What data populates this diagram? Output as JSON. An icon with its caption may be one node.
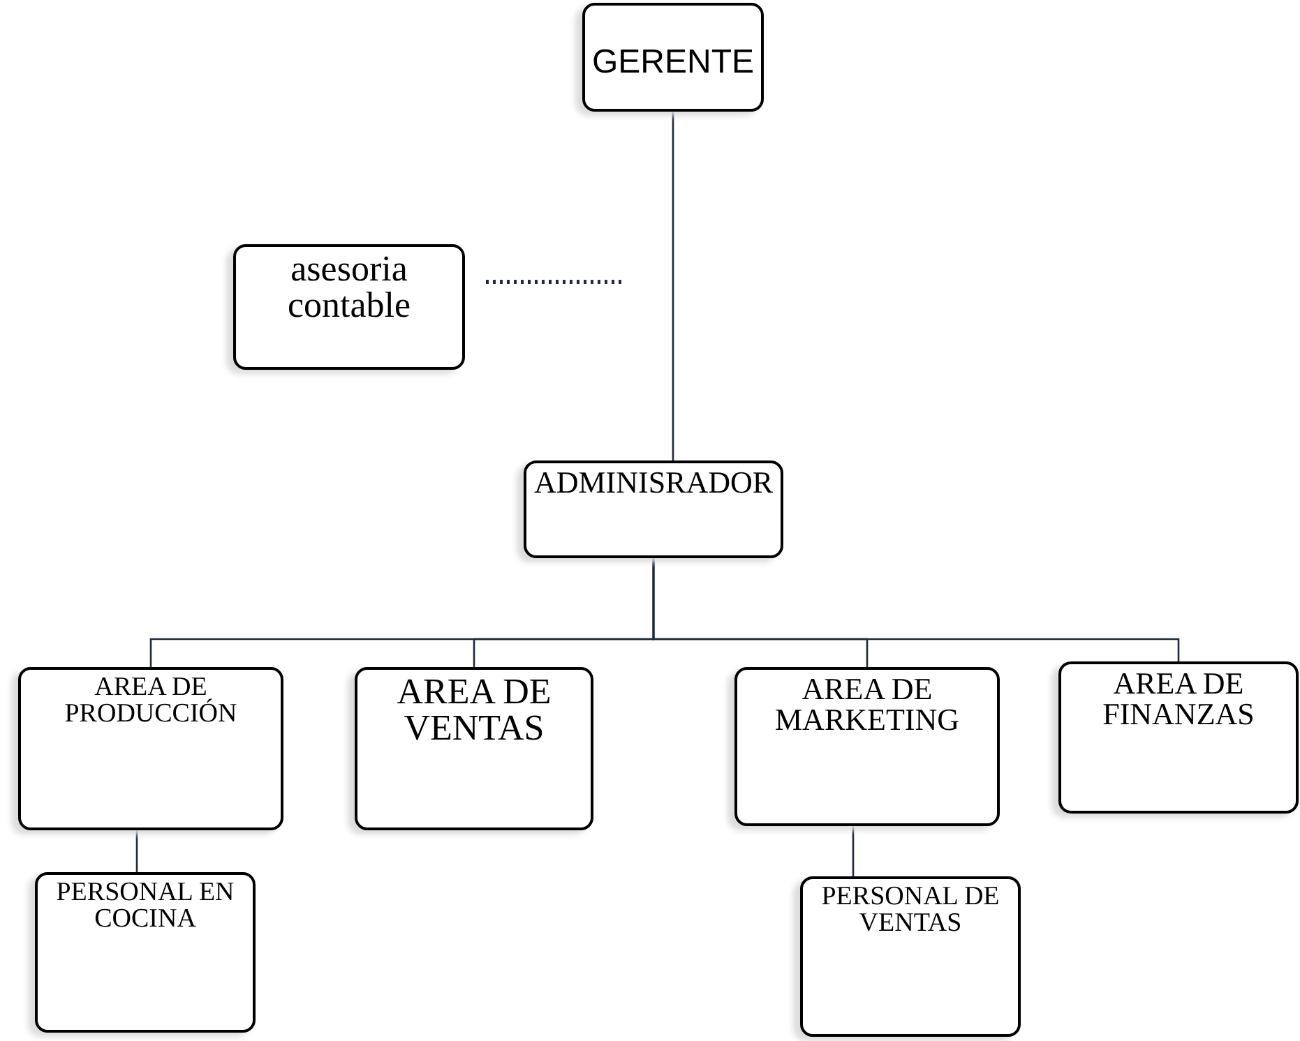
{
  "diagram": {
    "nodes": [
      {
        "text": [
          "GERENTE"
        ]
      },
      {
        "text": [
          "asesoria contable"
        ]
      },
      {
        "text": [
          "ADMINISRADOR"
        ]
      },
      {
        "text": [
          "AREA DE PRODUCCIÓN"
        ]
      },
      {
        "text": [
          "AREA DE VENTAS"
        ]
      },
      {
        "text": [
          "AREA DE MARKETING"
        ]
      },
      {
        "text": [
          "AREA DE FINANZAS"
        ]
      },
      {
        "text": [
          "PERSONAL EN COCINA"
        ]
      },
      {
        "text": [
          "PERSONAL DE VENTAS"
        ]
      }
    ],
    "edges": [
      {
        "from": 0,
        "to": 2,
        "arrow": "none"
      },
      {
        "from": 2,
        "to": 3,
        "arrow": "none"
      },
      {
        "from": 2,
        "to": 4,
        "arrow": "none"
      },
      {
        "from": 2,
        "to": 5,
        "arrow": "none"
      },
      {
        "from": 2,
        "to": 6,
        "arrow": "none"
      },
      {
        "from": 3,
        "to": 7,
        "arrow": "none"
      },
      {
        "from": 5,
        "to": 8,
        "arrow": "none"
      },
      {
        "from": 1,
        "to": null,
        "arrow": "none",
        "style": "dashed"
      }
    ]
  }
}
